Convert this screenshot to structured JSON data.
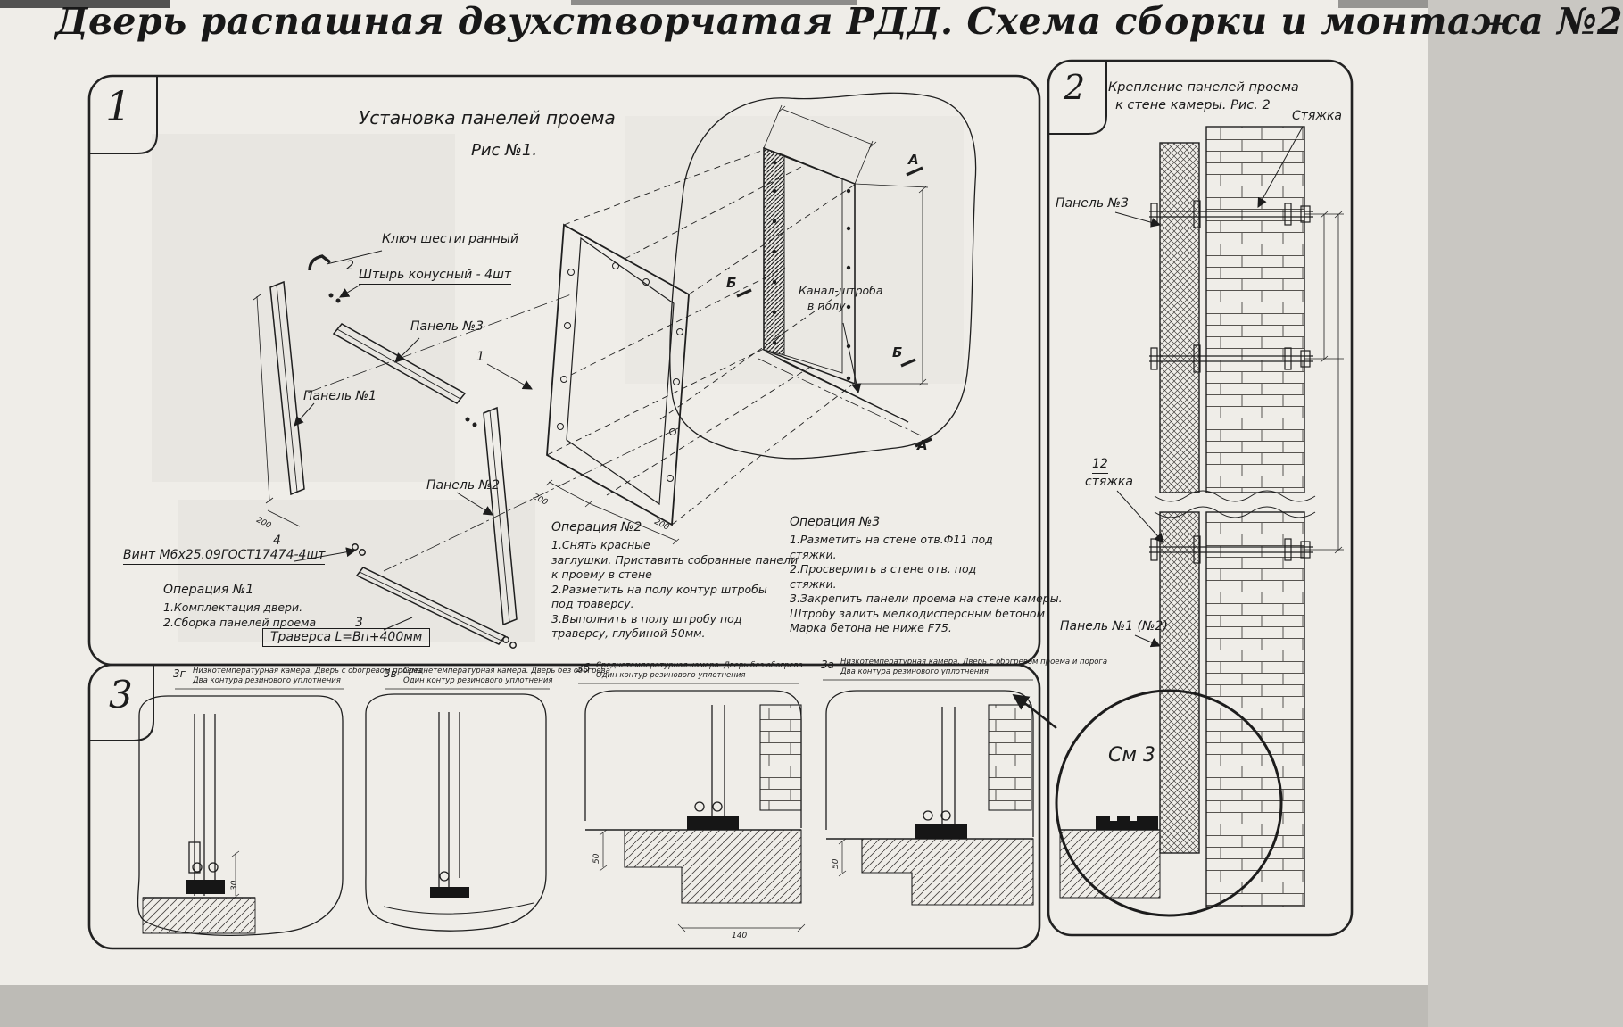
{
  "title": "Дверь распашная двухстворчатая РДД.  Схема сборки и монтажа №2",
  "fig1": {
    "number": "1",
    "title": "Установка панелей проема",
    "subtitle": "Рис №1.",
    "callouts": {
      "hex_key": "Ключ шестигранный",
      "pin_num": "2",
      "pin": "Штырь конусный - 4шт",
      "panel3": "Панель №3",
      "panel1": "Панель №1",
      "panel2": "Панель №2",
      "frame_num": "1",
      "screw_num": "4",
      "screw": "Винт М6х25.09ГОСТ17474-4шт",
      "traverse_num": "3",
      "traverse": "Траверса  L=Вп+400мм",
      "channel_line1": "Канал-штроба",
      "channel_line2": "в полу",
      "section_a": "А",
      "section_b": "Б"
    },
    "dims": {
      "d200": "200"
    },
    "op1": {
      "title": "Операция №1",
      "lines": [
        "1.Комплектация двери.",
        "2.Сборка панелей проема"
      ]
    },
    "op2": {
      "title": "Операция №2",
      "lines": [
        "1.Снять красные",
        "заглушки. Приставить собранные панели",
        "к проему в стене",
        "2.Разметить на полу контур штробы",
        "под траверсу.",
        "3.Выполнить в полу штробу под",
        "траверсу, глубиной 50мм."
      ]
    },
    "op3": {
      "title": "Операция №3",
      "lines": [
        "1.Разметить на стене отв.Ф11 под",
        "стяжки.",
        "2.Просверлить в стене отв.  под",
        "стяжки.",
        "3.Закрепить панели проема на стене камеры.",
        "Штробу залить мелкодисперсным бетоном",
        "Марка бетона не ниже   F75."
      ]
    }
  },
  "fig2": {
    "number": "2",
    "title_line1": "Крепление панелей проема",
    "title_line2": "к стене камеры. Рис. 2",
    "callouts": {
      "tie_top": "Стяжка",
      "panel3": "Панель №3",
      "tie_pos": "12",
      "tie_mid": "стяжка",
      "panel12": "Панель №1 (№2)",
      "see_detail": "См 3"
    }
  },
  "fig3": {
    "number": "3",
    "items": [
      {
        "id": "3г",
        "caption1": "Низкотемпературная камера. Дверь с обогревом проема",
        "caption2": "Два контура резинового уплотнения"
      },
      {
        "id": "3в",
        "caption1": "Среднетемпературная камера. Дверь без обогрева",
        "caption2": "Один контур резинового уплотнения"
      },
      {
        "id": "3б",
        "caption1": "Среднетемпературная камера. Дверь без обогрева",
        "caption2": "Один контур резинового уплотнения"
      },
      {
        "id": "3а",
        "caption1": "Низкотемпературная камера. Дверь с обогревом проема и порога",
        "caption2": "Два контура резинового уплотнения"
      }
    ],
    "dims": {
      "d30": "30",
      "d50": "50",
      "d140": "140"
    }
  }
}
